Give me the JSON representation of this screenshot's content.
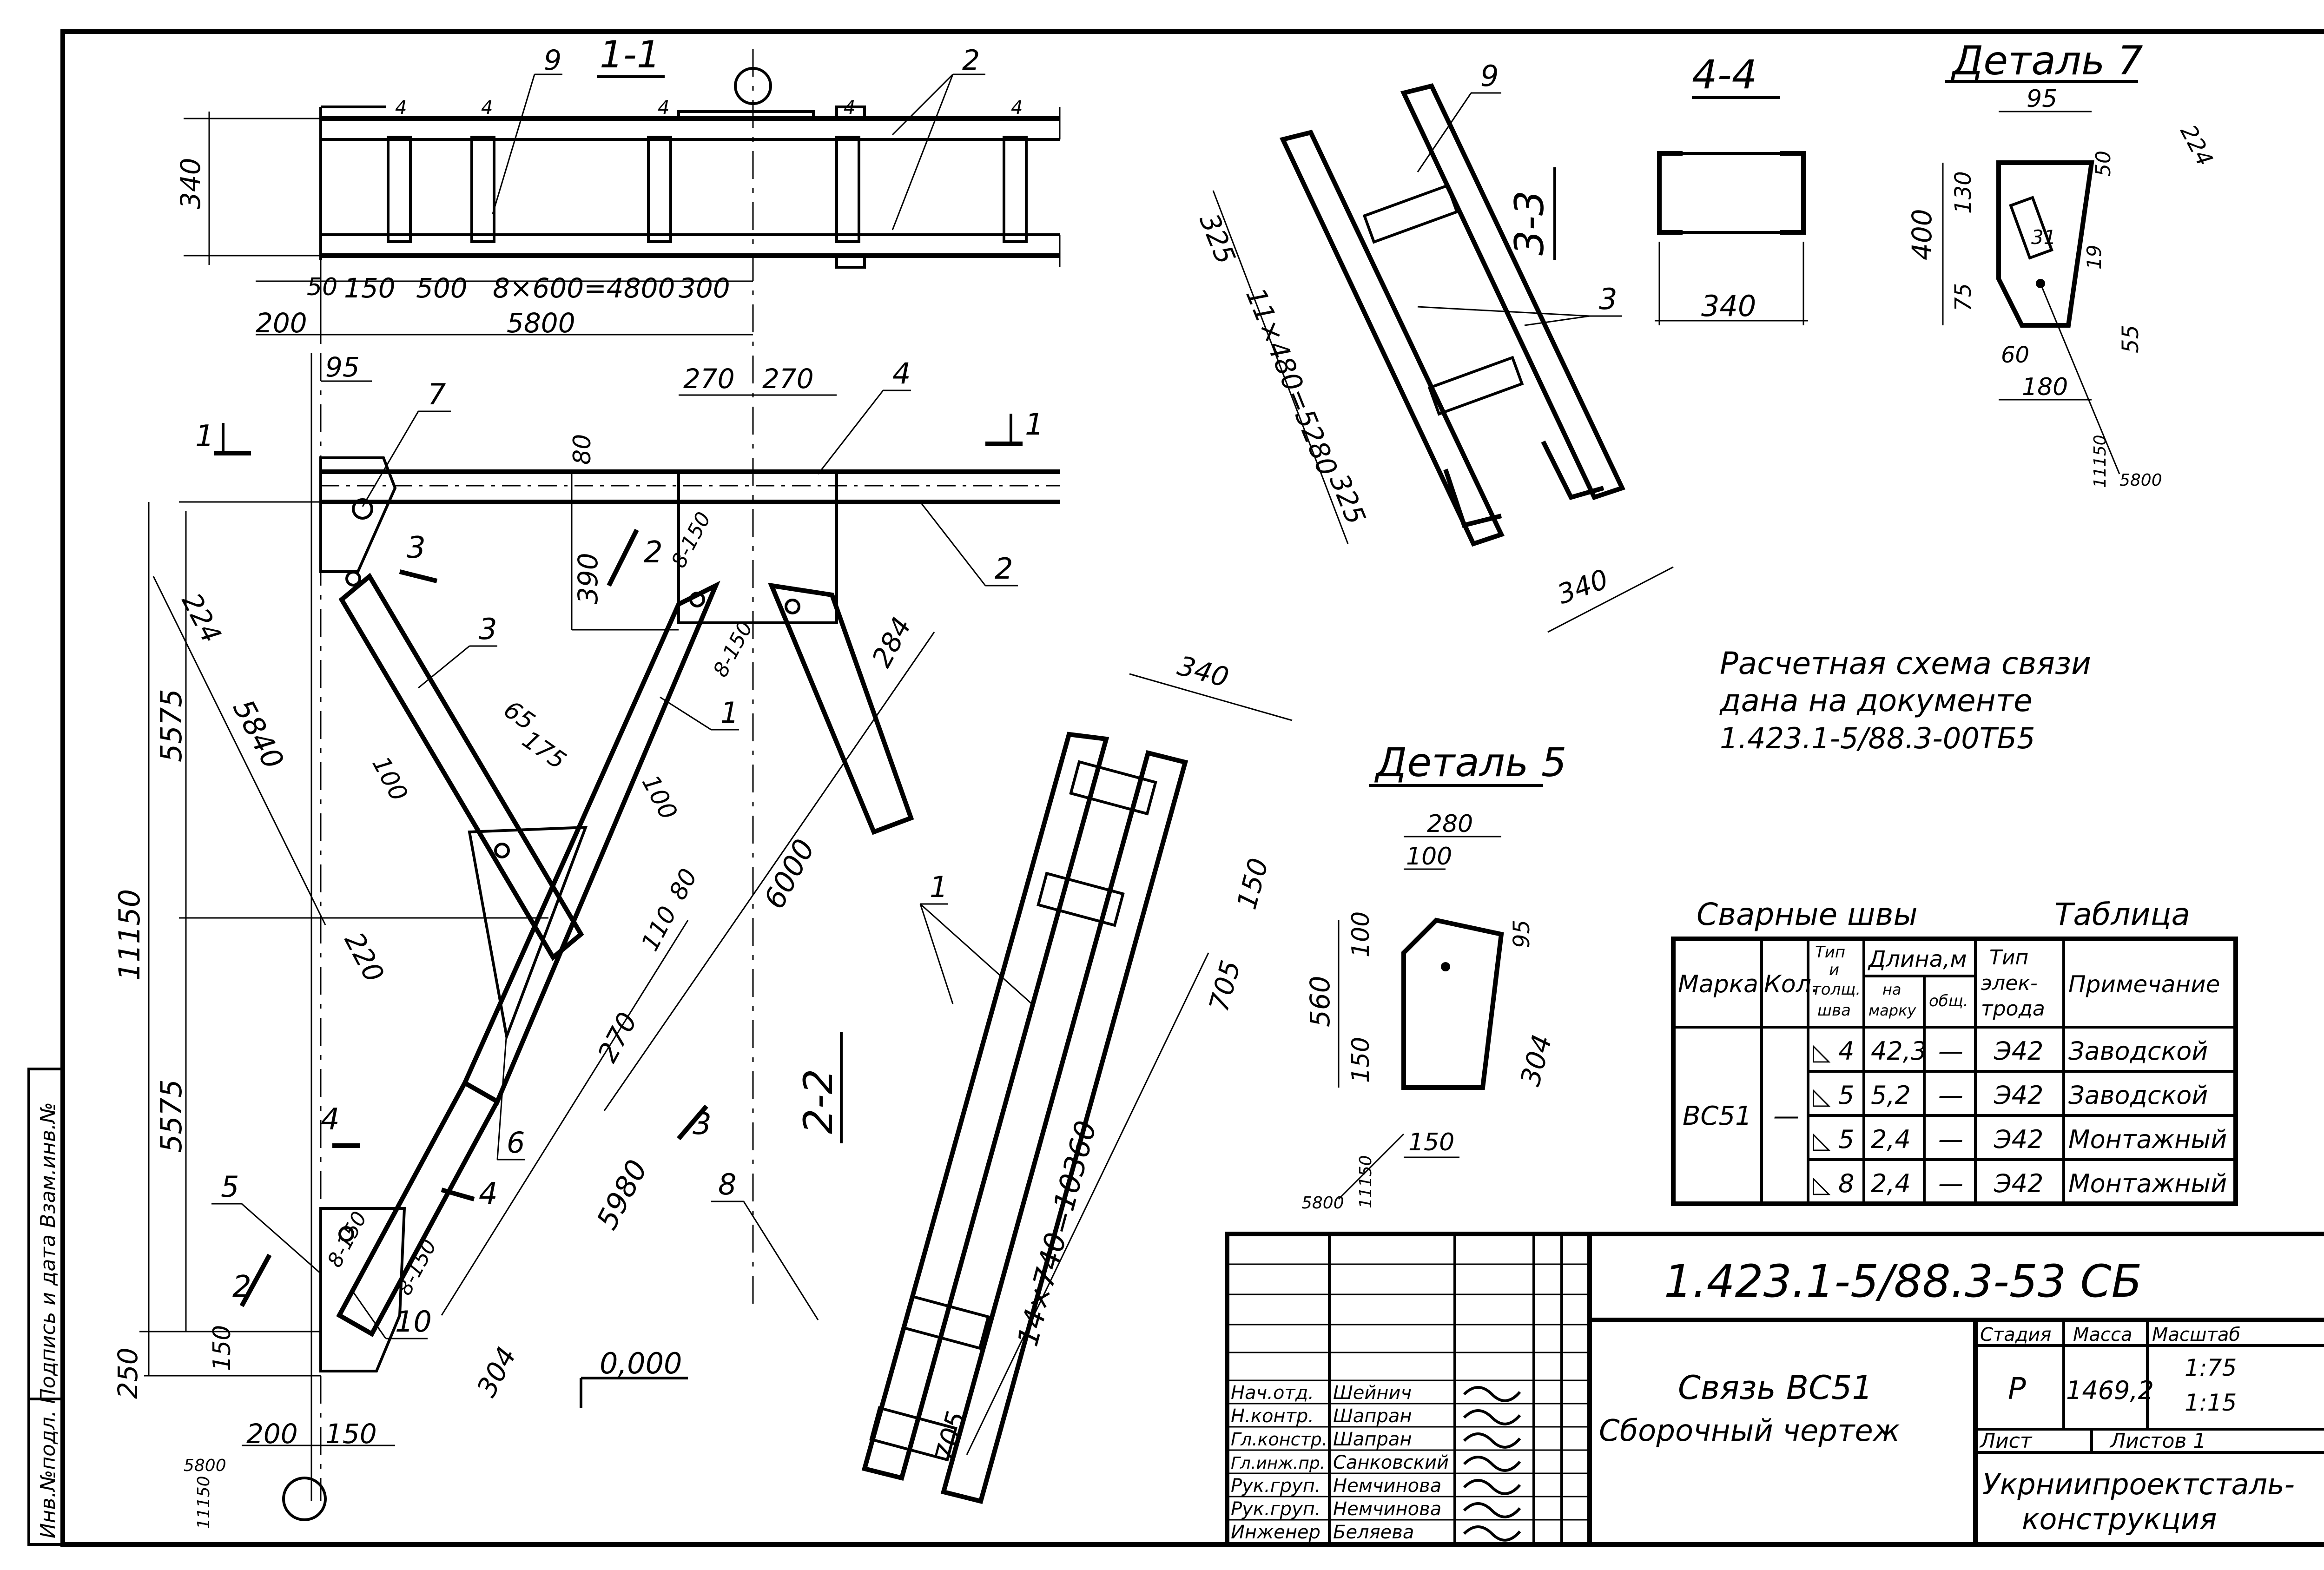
{
  "sections": {
    "s11": "1-1",
    "s22": "2-2",
    "s33": "3-3",
    "s44": "4-4",
    "detail7": "Деталь 7",
    "detail5": "Деталь 5"
  },
  "markers": [
    "1",
    "1",
    "2",
    "3",
    "4",
    "2",
    "3",
    "4"
  ],
  "note": {
    "line1": "Расчетная схема связи",
    "line2": "дана на документе",
    "line3": "1.423.1-5/88.3-00ТБ5"
  },
  "dims_top": {
    "d340": "340",
    "d50": "50",
    "d150": "150",
    "d500": "500",
    "d4800": "8×600=4800",
    "d300": "300",
    "d200": "200",
    "d5800": "5800",
    "w4": "4",
    "p9": "9",
    "p2": "2"
  },
  "dims_main": {
    "d95": "95",
    "d270a": "270",
    "d270b": "270",
    "d80": "80",
    "d390": "390",
    "d224": "224",
    "d5575a": "5575",
    "d5575b": "5575",
    "d11150": "11150",
    "d5840": "5840",
    "d65": "65",
    "d175": "175",
    "d100a": "100",
    "d100b": "100",
    "d220": "220",
    "d80b": "80",
    "d110": "110",
    "d270c": "270",
    "d6000": "6000",
    "d284": "284",
    "d5980": "5980",
    "d250": "250",
    "d150b": "150",
    "d200b": "200",
    "d150c": "150",
    "d304": "304",
    "d8_150a": "8-150",
    "d8_150b": "8-150",
    "d8_150c": "8-150",
    "d8_150d": "8-150",
    "level": "0,000",
    "sc5800": "5800",
    "sc11150": "11150",
    "p1": "1",
    "p2": "2",
    "p3": "3",
    "p4": "4",
    "p5": "5",
    "p6": "6",
    "p7": "7",
    "p10": "10"
  },
  "view22": {
    "d340": "340",
    "d150": "150",
    "d705a": "705",
    "d705b": "705",
    "d10360": "14×740=10360",
    "p1": "1",
    "p8": "8"
  },
  "view33": {
    "d325a": "325",
    "d5280": "11×480=5280",
    "d325b": "325",
    "d340": "340",
    "p9": "9",
    "p3": "3"
  },
  "view44": {
    "d340": "340"
  },
  "detail7_dims": {
    "d95": "95",
    "d130": "130",
    "d400": "400",
    "d75": "75",
    "d224": "224",
    "d50": "50",
    "d31": "31",
    "d19": "19",
    "d55": "55",
    "d60": "60",
    "d180": "180",
    "sc11150": "11150",
    "sc5800": "5800"
  },
  "detail5_dims": {
    "d280": "280",
    "d100": "100",
    "d95": "95",
    "d100b": "100",
    "d560": "560",
    "d150": "150",
    "d150b": "150",
    "d304": "304",
    "sc11150": "11150",
    "sc5800": "5800"
  },
  "weld_table": {
    "title_left": "Сварные швы",
    "title_right": "Таблица",
    "headers": {
      "mark": "Марка",
      "qty": "Кол.",
      "type": [
        "Тип",
        "и",
        "толщ.",
        "шва"
      ],
      "length": "Длина,м",
      "per_mark": [
        "на",
        "марку"
      ],
      "total": "общ.",
      "electrode": [
        "Тип",
        "элек-",
        "трода"
      ],
      "note": "Примечание"
    },
    "mark": "ВС51",
    "qty": "—",
    "rows": [
      {
        "seam": "4",
        "per_mark": "42,3",
        "total": "—",
        "electrode": "Э42",
        "note": "Заводской"
      },
      {
        "seam": "5",
        "per_mark": "5,2",
        "total": "—",
        "electrode": "Э42",
        "note": "Заводской"
      },
      {
        "seam": "5",
        "per_mark": "2,4",
        "total": "—",
        "electrode": "Э42",
        "note": "Монтажный"
      },
      {
        "seam": "8",
        "per_mark": "2,4",
        "total": "—",
        "electrode": "Э42",
        "note": "Монтажный"
      }
    ]
  },
  "title_block": {
    "doc_code": "1.423.1-5/88.3-53 СБ",
    "name_line1": "Связь ВС51",
    "name_line2": "Сборочный чертеж",
    "stage_label": "Стадия",
    "mass_label": "Масса",
    "scale_label": "Масштаб",
    "stage": "Р",
    "mass": "1469,2",
    "scale1": "1:75",
    "scale2": "1:15",
    "sheet_label": "Лист",
    "sheets_label": "Листов 1",
    "org_line1": "Укрниипроектсталь-",
    "org_line2": "конструкция",
    "staff": [
      {
        "role": "Нач.отд.",
        "name": "Шейнич"
      },
      {
        "role": "Н.контр.",
        "name": "Шапран"
      },
      {
        "role": "Гл.констр.",
        "name": "Шапран"
      },
      {
        "role": "Гл.инж.пр.",
        "name": "Санковский"
      },
      {
        "role": "Рук.груп.",
        "name": "Немчинова"
      },
      {
        "role": "Рук.груп.",
        "name": "Немчинова"
      },
      {
        "role": "Инженер",
        "name": "Беляева"
      }
    ]
  },
  "side_stamp": "Инв.№подл. Подпись и дата Взам.инв.№"
}
